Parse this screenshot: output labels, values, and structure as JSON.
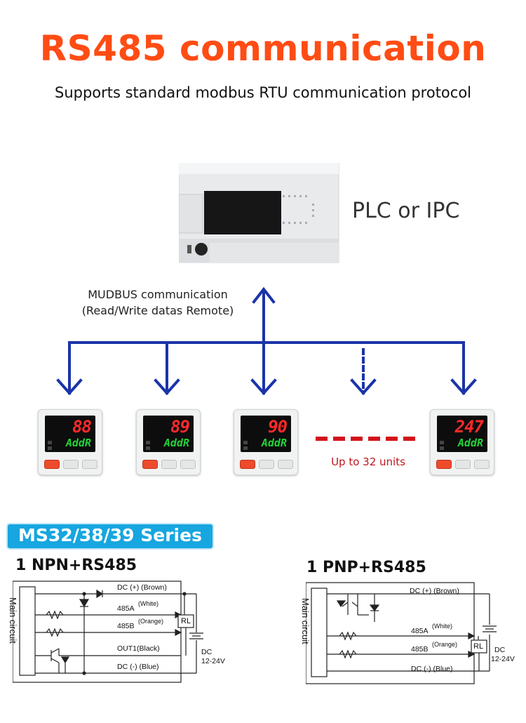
{
  "header": {
    "title": "RS485 communication",
    "subtitle": "Supports standard modbus RTU communication protocol"
  },
  "plc": {
    "label": "PLC or IPC"
  },
  "bus": {
    "label_line1": "MUDBUS communication",
    "label_line2": "(Read/Write datas Remote)"
  },
  "devices": [
    {
      "value": "88",
      "sub": "AddR"
    },
    {
      "value": "89",
      "sub": "AddR"
    },
    {
      "value": "90",
      "sub": "AddR"
    },
    {
      "value": "247",
      "sub": "AddR"
    }
  ],
  "units_label": "Up to 32 units",
  "series_badge": "MS32/38/39 Series",
  "npn": {
    "title": "1 NPN+RS485",
    "main_circuit": "Main circuit",
    "wires": [
      "DC (+) (Brown)",
      "485A",
      "(White)",
      "485B",
      "(Orange)",
      "OUT1(Black)",
      "DC (-) (Blue)"
    ],
    "load": "RL",
    "supply": [
      "DC",
      "12-24V"
    ]
  },
  "pnp": {
    "title": "1 PNP+RS485",
    "main_circuit": "Main circuit",
    "wires": [
      "DC (+) (Brown)",
      "485A",
      "(White)",
      "485B",
      "(Orange)",
      "DC (-) (Blue)"
    ],
    "load": "RL",
    "supply": [
      "DC",
      "12-24V"
    ]
  },
  "colors": {
    "title": "#ff4c14",
    "arrow": "#1a34a8",
    "units_text": "#c0141b",
    "badge": "#17a6df"
  }
}
